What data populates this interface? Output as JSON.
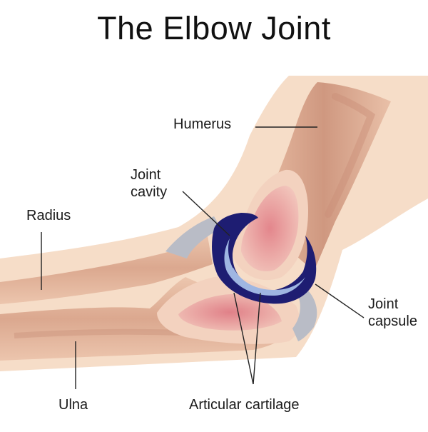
{
  "title": "The Elbow Joint",
  "labels": {
    "humerus": "Humerus",
    "joint_cavity_1": "Joint",
    "joint_cavity_2": "cavity",
    "radius": "Radius",
    "joint_capsule_1": "Joint",
    "joint_capsule_2": "capsule",
    "ulna": "Ulna",
    "articular_cartilage": "Articular cartilage"
  },
  "colors": {
    "skin": "#f6ddc8",
    "bone": "#e6b9a0",
    "bone_shadow": "#c98f78",
    "marrow": "#e59a9e",
    "cavity": "#1e1d72",
    "cartilage": "#9fb6e2",
    "capsule": "#b9bcc6",
    "leader": "#222222"
  }
}
